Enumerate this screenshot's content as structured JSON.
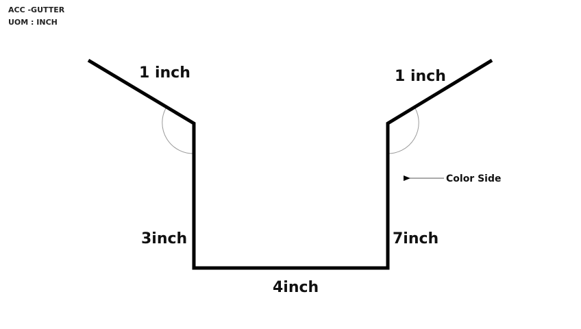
{
  "header": {
    "title": "ACC -GUTTER",
    "uom": "UOM : INCH"
  },
  "dimensions": {
    "left_flange": "1 inch",
    "right_flange": "1 inch",
    "left_wall": "3inch",
    "right_wall": "7inch",
    "bottom": "4inch"
  },
  "annotation": {
    "color_side": "Color Side"
  },
  "colors": {
    "profile_line": "#000000",
    "angle_arc": "#999999"
  }
}
